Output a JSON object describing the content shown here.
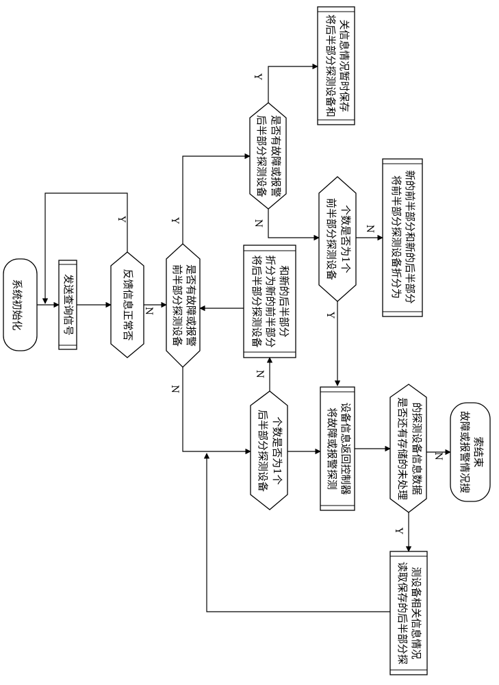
{
  "nodes": {
    "init": "系统初始化",
    "send_query": "发送查询信号",
    "feedback_check": "反馈信息正常否",
    "front_check_1": "前半部分探测设备",
    "front_check_2": "是否有故障或报警",
    "back_count_1": "后半部分探测设备",
    "back_count_2": "个数是否为1个",
    "split_back_1": "将后半部分探测设备",
    "split_back_2": "折分为新的前半部分",
    "split_back_3": "和新的后半部分",
    "back_check_1": "后半部分探测设备",
    "back_check_2": "是否有故障或报警",
    "save_back_1": "将后半部分探测设备和",
    "save_back_2": "关信息情况暂时保存",
    "front_count_1": "前半部分探测设备",
    "front_count_2": "个数是否为1个",
    "split_front_1": "将前半部分探测设备折分为",
    "split_front_2": "新的前半部分和新的后半部分",
    "return_info_1": "将故障或报警探测",
    "return_info_2": "设备信息返回控制器",
    "stored_check_1": "是否还有存储的未处理",
    "stored_check_2": "的探测设备信息数据",
    "end_1": "故障或报警情况搜",
    "end_2": "索结束",
    "read_saved_1": "读取保存的后半部分探",
    "read_saved_2": "测设备相关信息情况"
  },
  "labels": {
    "yes": "Y",
    "no": "N"
  }
}
